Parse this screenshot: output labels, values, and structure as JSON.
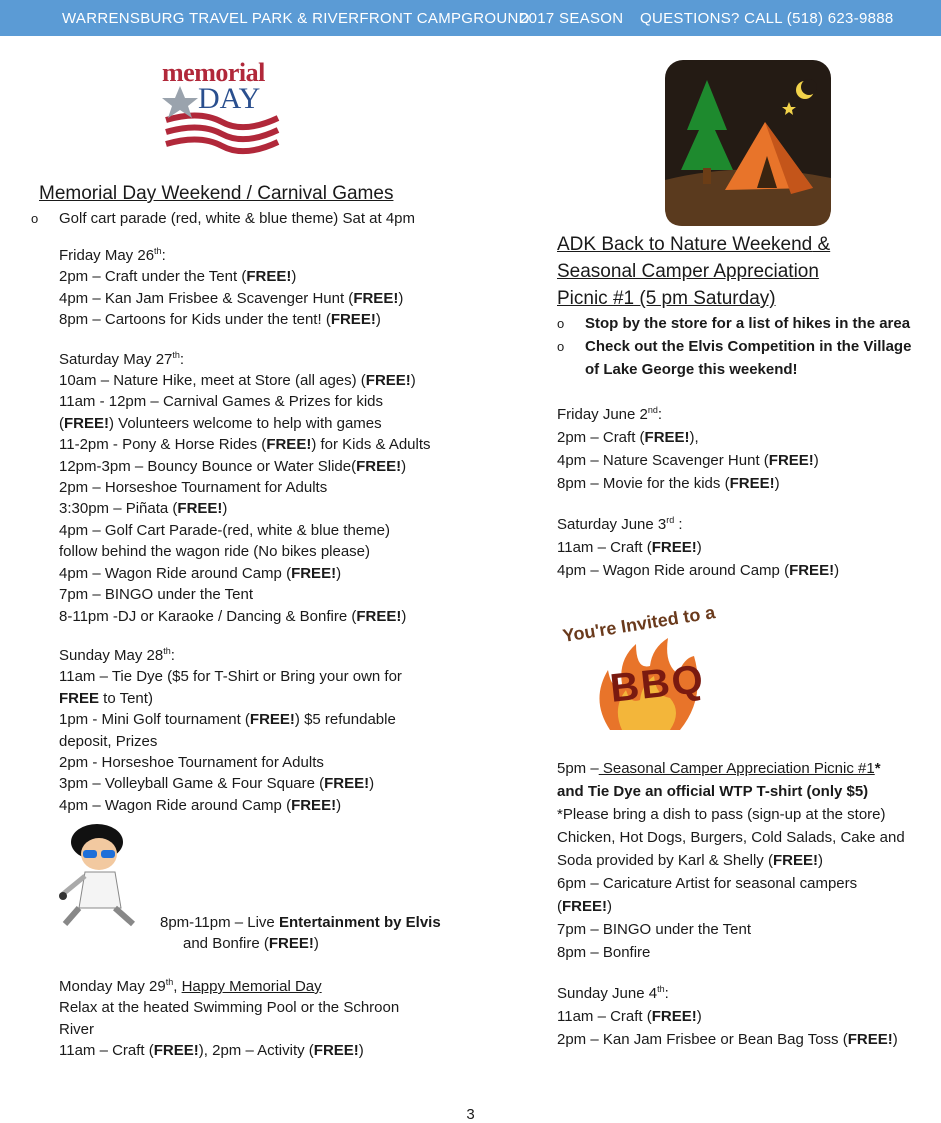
{
  "header": {
    "park": "WARRENSBURG TRAVEL PARK & RIVERFRONT CAMPGROUND",
    "season": "2017 SEASON",
    "questions": "QUESTIONS? CALL (518) 623-9888"
  },
  "logo": {
    "line1": "memorial",
    "line2": "DAY"
  },
  "left": {
    "title": "Memorial Day Weekend / Carnival Games",
    "bullet": "Golf cart parade (red, white & blue theme) Sat at 4pm",
    "friday": {
      "head": "Friday May 26",
      "sup": "th",
      "items": [
        [
          "2pm – Craft under the Tent (",
          "FREE!",
          ")"
        ],
        [
          "4pm – Kan Jam Frisbee & Scavenger Hunt (",
          "FREE!",
          ")"
        ],
        [
          "8pm – Cartoons for Kids under the tent! (",
          "FREE!",
          ")"
        ]
      ]
    },
    "saturday": {
      "head": "Saturday May 27",
      "sup": "th",
      "items": [
        [
          "10am – Nature Hike, meet at Store (all ages) (",
          "FREE!",
          ")"
        ],
        [
          "11am - 12pm – Carnival Games & Prizes for kids",
          "",
          ""
        ],
        [
          "(",
          "FREE!",
          ") Volunteers welcome to help with games"
        ],
        [
          "11-2pm - Pony & Horse Rides (",
          "FREE!",
          ") for Kids & Adults"
        ],
        [
          "12pm-3pm – Bouncy Bounce or Water Slide(",
          "FREE!",
          ")"
        ],
        [
          "2pm – Horseshoe Tournament for Adults",
          "",
          ""
        ],
        [
          "3:30pm – Piñata (",
          "FREE!",
          ")"
        ],
        [
          "4pm – Golf Cart Parade-(red, white & blue theme)",
          "",
          ""
        ],
        [
          "follow behind the wagon ride (No bikes please)",
          "",
          ""
        ],
        [
          "4pm – Wagon Ride around Camp (",
          "FREE!",
          ")"
        ],
        [
          "7pm – BINGO under the Tent",
          "",
          ""
        ],
        [
          "8-11pm -DJ or Karaoke / Dancing & Bonfire (",
          "FREE!",
          ")"
        ]
      ]
    },
    "sunday": {
      "head": "Sunday May 28",
      "sup": "th",
      "items": [
        [
          "11am – Tie Dye ($5 for T-Shirt or Bring your own for",
          "",
          ""
        ],
        [
          "",
          "FREE",
          " to Tent)"
        ],
        [
          "1pm - Mini Golf tournament (",
          "FREE!",
          ") $5 refundable"
        ],
        [
          "deposit, Prizes",
          "",
          ""
        ],
        [
          "2pm - Horseshoe Tournament for Adults",
          "",
          ""
        ],
        [
          "3pm – Volleyball Game & Four Square (",
          "FREE!",
          ")"
        ],
        [
          "4pm – Wagon Ride around Camp (",
          "FREE!",
          ")"
        ]
      ]
    },
    "elvis": {
      "line1a": "8pm-11pm – Live ",
      "line1b": "Entertainment by Elvis",
      "line2a": "and Bonfire (",
      "line2b": "FREE!",
      "line2c": ")"
    },
    "monday": {
      "head": "Monday May 29",
      "sup": "th",
      "head_after": ", ",
      "head_u": "Happy Memorial Day",
      "items": [
        [
          "Relax at the heated Swimming Pool or the Schroon",
          "",
          ""
        ],
        [
          "River",
          "",
          ""
        ]
      ],
      "last": [
        "11am – Craft (",
        "FREE!",
        "), 2pm – Activity (",
        "FREE!",
        ")"
      ]
    }
  },
  "right": {
    "title1": "ADK Back to Nature Weekend",
    "title1b": " &",
    "title2": "Seasonal Camper Appreciation",
    "title3": "Picnic #1 (5 pm Saturday)",
    "bullets": [
      "Stop by the store for a list of hikes in the area",
      "Check out the Elvis Competition in the Village"
    ],
    "bullet_cont": "of Lake George this weekend!",
    "friday": {
      "head": "Friday June 2",
      "sup": "nd",
      "head_after": ":",
      "items": [
        [
          "2pm – Craft (",
          "FREE!",
          "),"
        ],
        [
          "4pm – Nature Scavenger Hunt (",
          "FREE!",
          ")"
        ],
        [
          "8pm – Movie for the kids (",
          "FREE!",
          ")"
        ]
      ]
    },
    "saturday": {
      "head": "Saturday June 3",
      "sup": "rd",
      "head_after": " :",
      "items": [
        [
          "11am – Craft (",
          "FREE!",
          ")"
        ],
        [
          "4pm – Wagon Ride around Camp (",
          "FREE!",
          ")"
        ]
      ]
    },
    "bbq": {
      "invite": "You're Invited to a",
      "word": "BBQ"
    },
    "picnic": {
      "time": "5pm –",
      "title": " Seasonal Camper Appreciation Picnic #1",
      "star": "*",
      "line2": "and Tie Dye an official WTP T-shirt (only $5)",
      "items": [
        [
          "*Please bring a dish to pass (sign-up at the store)",
          "",
          ""
        ],
        [
          "Chicken, Hot Dogs, Burgers, Cold Salads, Cake and",
          "",
          ""
        ],
        [
          "Soda provided by Karl & Shelly (",
          "FREE!",
          ")"
        ],
        [
          "6pm – Caricature Artist for seasonal campers",
          "",
          ""
        ],
        [
          "(",
          "FREE!",
          ")"
        ],
        [
          "7pm – BINGO under the Tent",
          "",
          ""
        ],
        [
          "8pm – Bonfire",
          "",
          ""
        ]
      ]
    },
    "sunday": {
      "head": "Sunday June 4",
      "sup": "th",
      "head_after": ":",
      "items": [
        [
          "11am – Craft (",
          "FREE!",
          ")"
        ],
        [
          "2pm – Kan Jam Frisbee or Bean Bag Toss (",
          "FREE!",
          ")"
        ]
      ]
    }
  },
  "page_number": "3",
  "colors": {
    "header_bg": "#5b9bd5",
    "memorial_red": "#b1283a",
    "day_blue": "#2a4f8e",
    "tent_orange": "#e8742a",
    "night_bg": "#241b14"
  }
}
